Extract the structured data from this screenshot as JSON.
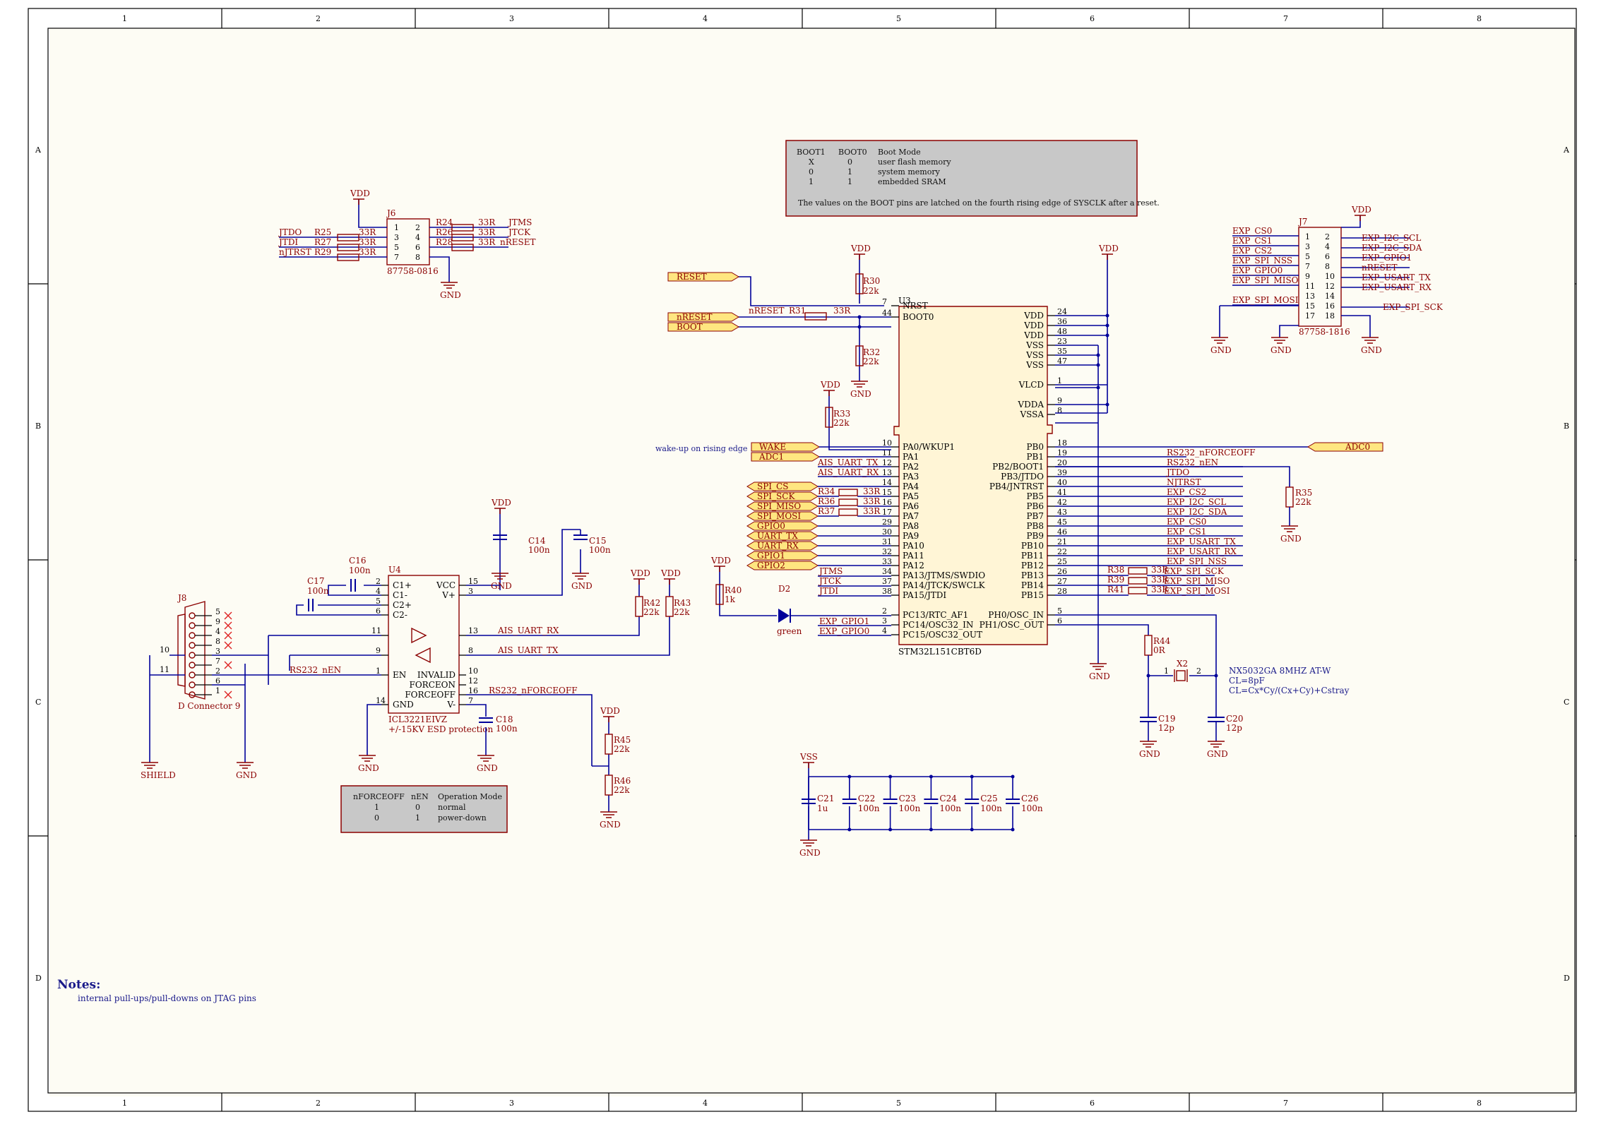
{
  "frame": {
    "columns": [
      "1",
      "2",
      "3",
      "4",
      "5",
      "6",
      "7",
      "8"
    ],
    "rows": [
      "A",
      "B",
      "C",
      "D"
    ]
  },
  "boot_table": {
    "header": [
      "BOOT1",
      "BOOT0",
      "Boot Mode"
    ],
    "rows": [
      [
        "X",
        "0",
        "user flash memory"
      ],
      [
        "0",
        "1",
        "system memory"
      ],
      [
        "1",
        "1",
        "embedded SRAM"
      ]
    ],
    "note": "The values on the BOOT pins are latched on the fourth rising edge of SYSCLK after a reset."
  },
  "mode_table": {
    "header": [
      "nFORCEOFF",
      "nEN",
      "Operation Mode"
    ],
    "rows": [
      [
        "1",
        "0",
        "normal"
      ],
      [
        "0",
        "1",
        "power-down"
      ]
    ]
  },
  "notes": {
    "title": "Notes:",
    "text": "internal pull-ups/pull-downs on JTAG pins"
  },
  "power": {
    "vdd": "VDD",
    "vss": "VSS",
    "gnd": "GND",
    "shield": "SHIELD"
  },
  "mcu": {
    "ref": "U3",
    "part": "STM32L151CBT6D",
    "left_pins": [
      {
        "num": "7",
        "name": "NRST"
      },
      {
        "num": "44",
        "name": "BOOT0"
      },
      {
        "num": "10",
        "name": "PA0/WKUP1"
      },
      {
        "num": "11",
        "name": "PA1"
      },
      {
        "num": "12",
        "name": "PA2"
      },
      {
        "num": "13",
        "name": "PA3"
      },
      {
        "num": "14",
        "name": "PA4"
      },
      {
        "num": "15",
        "name": "PA5"
      },
      {
        "num": "16",
        "name": "PA6"
      },
      {
        "num": "17",
        "name": "PA7"
      },
      {
        "num": "29",
        "name": "PA8"
      },
      {
        "num": "30",
        "name": "PA9"
      },
      {
        "num": "31",
        "name": "PA10"
      },
      {
        "num": "32",
        "name": "PA11"
      },
      {
        "num": "33",
        "name": "PA12"
      },
      {
        "num": "34",
        "name": "PA13/JTMS/SWDIO"
      },
      {
        "num": "37",
        "name": "PA14/JTCK/SWCLK"
      },
      {
        "num": "38",
        "name": "PA15/JTDI"
      },
      {
        "num": "2",
        "name": "PC13/RTC_AF1"
      },
      {
        "num": "3",
        "name": "PC14/OSC32_IN"
      },
      {
        "num": "4",
        "name": "PC15/OSC32_OUT"
      }
    ],
    "right_pins": [
      {
        "num": "24",
        "name": "VDD"
      },
      {
        "num": "36",
        "name": "VDD"
      },
      {
        "num": "48",
        "name": "VDD"
      },
      {
        "num": "23",
        "name": "VSS"
      },
      {
        "num": "35",
        "name": "VSS"
      },
      {
        "num": "47",
        "name": "VSS"
      },
      {
        "num": "1",
        "name": "VLCD"
      },
      {
        "num": "9",
        "name": "VDDA"
      },
      {
        "num": "8",
        "name": "VSSA"
      },
      {
        "num": "18",
        "name": "PB0"
      },
      {
        "num": "19",
        "name": "PB1"
      },
      {
        "num": "20",
        "name": "PB2/BOOT1"
      },
      {
        "num": "39",
        "name": "PB3/JTDO"
      },
      {
        "num": "40",
        "name": "PB4/JNTRST"
      },
      {
        "num": "41",
        "name": "PB5"
      },
      {
        "num": "42",
        "name": "PB6"
      },
      {
        "num": "43",
        "name": "PB7"
      },
      {
        "num": "45",
        "name": "PB8"
      },
      {
        "num": "46",
        "name": "PB9"
      },
      {
        "num": "21",
        "name": "PB10"
      },
      {
        "num": "22",
        "name": "PB11"
      },
      {
        "num": "25",
        "name": "PB12"
      },
      {
        "num": "26",
        "name": "PB13"
      },
      {
        "num": "27",
        "name": "PB14"
      },
      {
        "num": "28",
        "name": "PB15"
      },
      {
        "num": "5",
        "name": "PH0/OSC_IN"
      },
      {
        "num": "6",
        "name": "PH1/OSC_OUT"
      }
    ]
  },
  "mcu_left_nets": {
    "wake": "WAKE",
    "adc1": "ADC1",
    "ais_tx": "AIS_UART_TX",
    "ais_rx": "AIS_UART_RX",
    "spi_cs": "SPI_CS",
    "spi_sck": "SPI_SCK",
    "spi_miso": "SPI_MISO",
    "spi_mosi": "SPI_MOSI",
    "gpio0": "GPIO0",
    "uart_tx": "UART_TX",
    "uart_rx": "UART_RX",
    "gpio1": "GPIO1",
    "gpio2": "GPIO2",
    "jtms": "JTMS",
    "jtck": "JTCK",
    "jtdi": "JTDI",
    "exp_gpio1": "EXP_GPIO1",
    "exp_gpio0": "EXP_GPIO0",
    "reset": "RESET",
    "nreset_port": "nRESET",
    "boot": "BOOT",
    "nreset": "nRESET",
    "wake_note": "wake-up on rising edge",
    "r34": "R34",
    "r36": "R36",
    "r37": "R37",
    "r33r": "33R"
  },
  "mcu_right_nets": {
    "pb1": "RS232_nFORCEOFF",
    "pb2": "RS232_nEN",
    "pb3": "JTDO",
    "pb4": "NJTRST",
    "pb5": "EXP_CS2",
    "pb6": "EXP_I2C_SCL",
    "pb7": "EXP_I2C_SDA",
    "pb8": "EXP_CS0",
    "pb9": "EXP_CS1",
    "pb10": "EXP_USART_TX",
    "pb11": "EXP_USART_RX",
    "pb12": "EXP_SPI_NSS",
    "pb13": "EXP_SPI_SCK",
    "pb14": "EXP_SPI_MISO",
    "pb15": "EXP_SPI_MOSI",
    "adc0": "ADC0",
    "r38": "R38",
    "r39": "R39",
    "r41": "R41",
    "r33r": "33R"
  },
  "components": {
    "r30": {
      "ref": "R30",
      "val": "22k"
    },
    "r31": {
      "ref": "R31",
      "val": "33R"
    },
    "r32": {
      "ref": "R32",
      "val": "22k"
    },
    "r33": {
      "ref": "R33",
      "val": "22k"
    },
    "r35": {
      "ref": "R35",
      "val": "22k"
    },
    "r40": {
      "ref": "R40",
      "val": "1k"
    },
    "d2": {
      "ref": "D2",
      "val": "green"
    },
    "r44": {
      "ref": "R44",
      "val": "0R"
    },
    "x2": {
      "ref": "X2",
      "part": "NX5032GA 8MHZ AT-W",
      "cl": "CL=8pF",
      "formula": "CL=Cx*Cy/(Cx+Cy)+Cstray"
    },
    "c19": {
      "ref": "C19",
      "val": "12p"
    },
    "c20": {
      "ref": "C20",
      "val": "12p"
    },
    "c21": {
      "ref": "C21",
      "val": "1u"
    },
    "c22": {
      "ref": "C22",
      "val": "100n"
    },
    "c23": {
      "ref": "C23",
      "val": "100n"
    },
    "c24": {
      "ref": "C24",
      "val": "100n"
    },
    "c25": {
      "ref": "C25",
      "val": "100n"
    },
    "c26": {
      "ref": "C26",
      "val": "100n"
    }
  },
  "j6": {
    "ref": "J6",
    "part": "87758-0816",
    "left_nets": [
      "JTDO",
      "JTDI",
      "nJTRST"
    ],
    "left_res": [
      "R25",
      "R27",
      "R29"
    ],
    "right_res": [
      "R24",
      "R26",
      "R28"
    ],
    "right_nets": [
      "JTMS",
      "JTCK",
      "nRESET"
    ],
    "val": "33R",
    "pins_left": [
      "1",
      "3",
      "5",
      "7"
    ],
    "pins_right": [
      "2",
      "4",
      "6",
      "8"
    ]
  },
  "j7": {
    "ref": "J7",
    "part": "87758-1816",
    "left_nets": [
      "EXP_CS0",
      "EXP_CS1",
      "EXP_CS2",
      "EXP_SPI_NSS",
      "EXP_GPIO0",
      "EXP_SPI_MISO",
      "EXP_SPI_MOSI"
    ],
    "right_nets": [
      "EXP_I2C_SCL",
      "EXP_I2C_SDA",
      "EXP_GPIO1",
      "nRESET",
      "EXP_USART_TX",
      "EXP_USART_RX",
      "EXP_SPI_SCK"
    ],
    "pins_left": [
      "1",
      "3",
      "5",
      "7",
      "9",
      "11",
      "13",
      "15",
      "17"
    ],
    "pins_right": [
      "2",
      "4",
      "6",
      "8",
      "10",
      "12",
      "14",
      "16",
      "18"
    ]
  },
  "u4": {
    "ref": "U4",
    "part": "ICL3221EIVZ",
    "desc": "+/-15KV ESD protection",
    "left_pins": [
      {
        "num": "2",
        "name": "C1+"
      },
      {
        "num": "4",
        "name": "C1-"
      },
      {
        "num": "5",
        "name": "C2+"
      },
      {
        "num": "6",
        "name": "C2-"
      },
      {
        "num": "1",
        "name": "EN"
      },
      {
        "num": "14",
        "name": "GND"
      }
    ],
    "right_pins": [
      {
        "num": "15",
        "name": "VCC"
      },
      {
        "num": "3",
        "name": "V+"
      },
      {
        "num": "10",
        "name": "INVALID"
      },
      {
        "num": "12",
        "name": "FORCEON"
      },
      {
        "num": "16",
        "name": "FORCEOFF"
      },
      {
        "num": "7",
        "name": "V-"
      }
    ],
    "pin11": "11",
    "pin9": "9",
    "pin13": "13",
    "pin8": "8",
    "nets": {
      "rx": "AIS_UART_RX",
      "tx": "AIS_UART_TX",
      "en": "RS232_nEN",
      "off": "RS232_nFORCEOFF"
    },
    "c14": {
      "ref": "C14",
      "val": "100n"
    },
    "c15": {
      "ref": "C15",
      "val": "100n"
    },
    "c16": {
      "ref": "C16",
      "val": "100n"
    },
    "c17": {
      "ref": "C17",
      "val": "100n"
    },
    "c18": {
      "ref": "C18",
      "val": "100n"
    },
    "r42": {
      "ref": "R42",
      "val": "22k"
    },
    "r43": {
      "ref": "R43",
      "val": "22k"
    },
    "r45": {
      "ref": "R45",
      "val": "22k"
    },
    "r46": {
      "ref": "R46",
      "val": "22k"
    }
  },
  "j8": {
    "ref": "J8",
    "part": "D Connector 9",
    "pins": [
      "5",
      "9",
      "4",
      "8",
      "3",
      "7",
      "2",
      "6",
      "1"
    ],
    "p10": "10",
    "p11": "11"
  }
}
